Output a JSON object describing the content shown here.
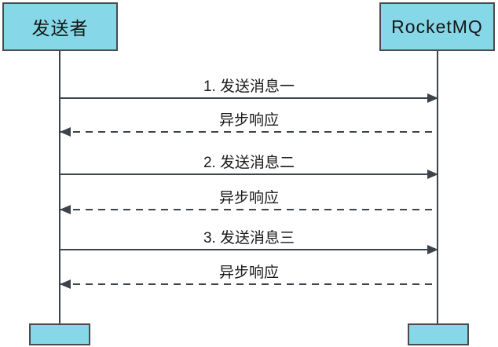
{
  "diagram": {
    "type": "sequence-diagram",
    "actors": [
      {
        "name": "发送者",
        "role": "sender"
      },
      {
        "name": "RocketMQ",
        "role": "broker"
      }
    ],
    "messages": [
      {
        "label": "1. 发送消息一",
        "style": "solid",
        "direction": "right",
        "from": "发送者",
        "to": "RocketMQ"
      },
      {
        "label": "异步响应",
        "style": "dashed",
        "direction": "left",
        "from": "RocketMQ",
        "to": "发送者"
      },
      {
        "label": "2. 发送消息二",
        "style": "solid",
        "direction": "right",
        "from": "发送者",
        "to": "RocketMQ"
      },
      {
        "label": "异步响应",
        "style": "dashed",
        "direction": "left",
        "from": "RocketMQ",
        "to": "发送者"
      },
      {
        "label": "3. 发送消息三",
        "style": "solid",
        "direction": "right",
        "from": "发送者",
        "to": "RocketMQ"
      },
      {
        "label": "异步响应",
        "style": "dashed",
        "direction": "left",
        "from": "RocketMQ",
        "to": "发送者"
      }
    ],
    "colors": {
      "actor_fill": "#86d8e8",
      "actor_border": "#4a4a4a",
      "line": "#3d434a",
      "text": "#1a1a1a",
      "background": "#ffffff"
    }
  }
}
